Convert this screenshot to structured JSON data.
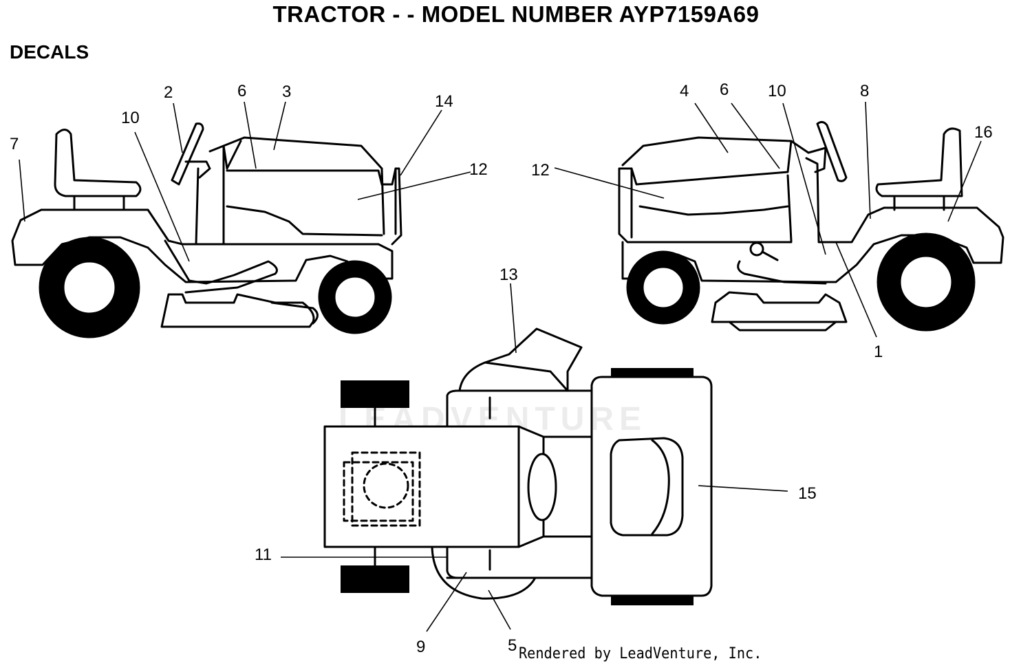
{
  "title": "TRACTOR - - MODEL NUMBER AYP7159A69",
  "section": "DECALS",
  "footer": "Rendered by LeadVenture, Inc.",
  "watermark": "LEADVENTURE",
  "callouts": {
    "c1": "1",
    "c2": "2",
    "c3": "3",
    "c4": "4",
    "c5": "5",
    "c6a": "6",
    "c6b": "6",
    "c7": "7",
    "c8": "8",
    "c9": "9",
    "c10a": "10",
    "c10b": "10",
    "c11": "11",
    "c12a": "12",
    "c12b": "12",
    "c13": "13",
    "c14": "14",
    "c15": "15",
    "c16": "16"
  }
}
